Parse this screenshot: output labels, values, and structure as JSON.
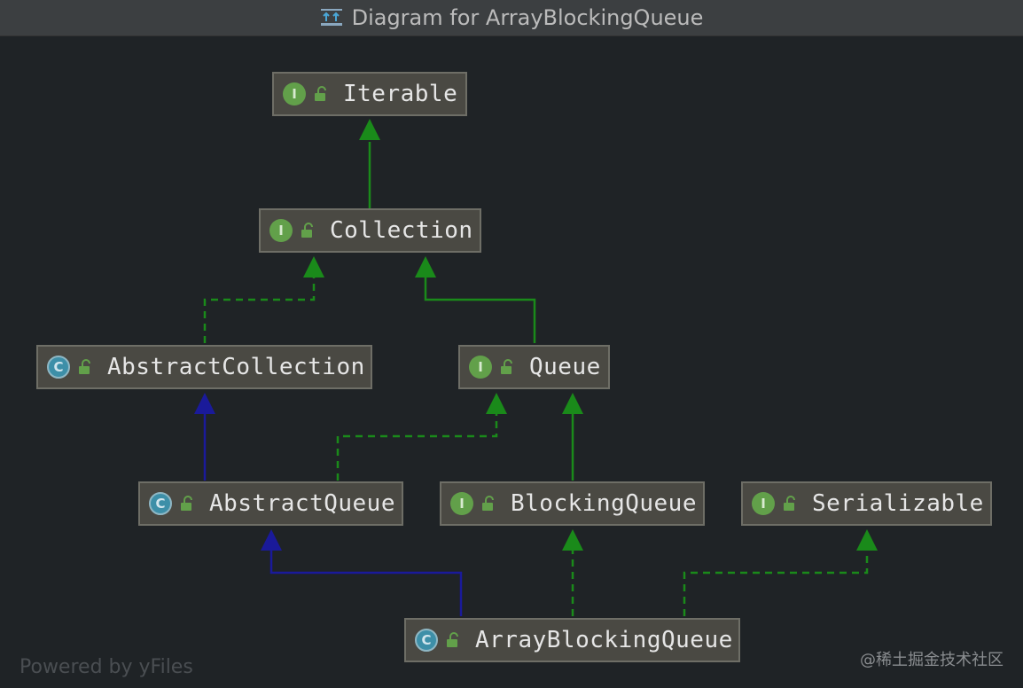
{
  "window": {
    "title": "Diagram for ArrayBlockingQueue",
    "icon": "hierarchy-diagram-icon"
  },
  "nodes": [
    {
      "id": "iterable",
      "kind": "interface",
      "badge": "I",
      "label": "Iterable"
    },
    {
      "id": "collection",
      "kind": "interface",
      "badge": "I",
      "label": "Collection"
    },
    {
      "id": "abstractcollection",
      "kind": "class",
      "badge": "C",
      "label": "AbstractCollection"
    },
    {
      "id": "queue",
      "kind": "interface",
      "badge": "I",
      "label": "Queue"
    },
    {
      "id": "abstractqueue",
      "kind": "class",
      "badge": "C",
      "label": "AbstractQueue"
    },
    {
      "id": "blockingqueue",
      "kind": "interface",
      "badge": "I",
      "label": "BlockingQueue"
    },
    {
      "id": "serializable",
      "kind": "interface",
      "badge": "I",
      "label": "Serializable"
    },
    {
      "id": "arrayblockingqueue",
      "kind": "class",
      "badge": "C",
      "label": "ArrayBlockingQueue"
    }
  ],
  "edges": [
    {
      "from": "collection",
      "to": "iterable",
      "type": "extends-interface"
    },
    {
      "from": "abstractcollection",
      "to": "collection",
      "type": "implements"
    },
    {
      "from": "queue",
      "to": "collection",
      "type": "extends-interface"
    },
    {
      "from": "abstractqueue",
      "to": "abstractcollection",
      "type": "extends-class"
    },
    {
      "from": "abstractqueue",
      "to": "queue",
      "type": "implements"
    },
    {
      "from": "blockingqueue",
      "to": "queue",
      "type": "extends-interface"
    },
    {
      "from": "arrayblockingqueue",
      "to": "abstractqueue",
      "type": "extends-class"
    },
    {
      "from": "arrayblockingqueue",
      "to": "blockingqueue",
      "type": "implements"
    },
    {
      "from": "arrayblockingqueue",
      "to": "serializable",
      "type": "implements"
    }
  ],
  "colors": {
    "interface_edge": "#1a8a1a",
    "class_edge": "#1a1a9a",
    "node_fill": "#4a4943",
    "node_border": "#6e6e66",
    "background": "#1f2326"
  },
  "footer": {
    "powered_by": "Powered by yFiles",
    "watermark": "@稀土掘金技术社区"
  }
}
